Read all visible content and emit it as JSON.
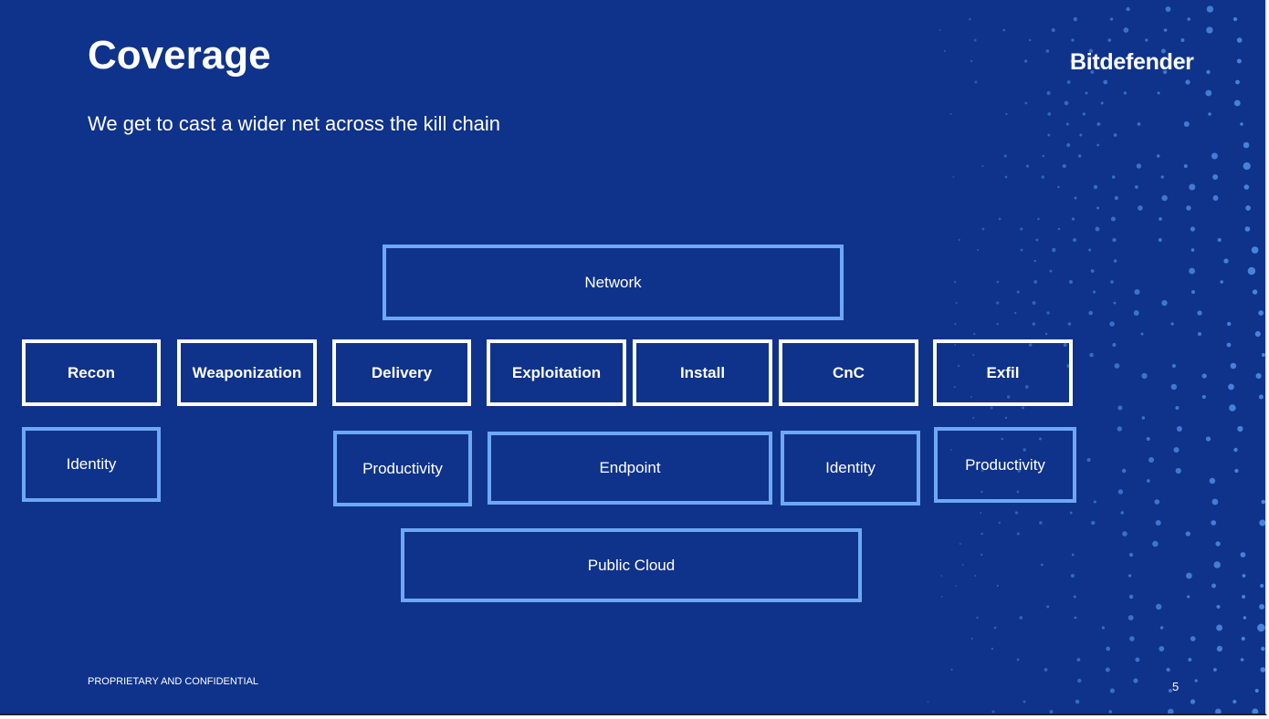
{
  "slide": {
    "title": "Coverage",
    "subtitle": "We get to cast a wider net across the kill chain",
    "logo_text": "Bitdefender",
    "footer": "PROPRIETARY AND CONFIDENTIAL",
    "page_number": "5"
  },
  "diagram": {
    "kill_chain_stages": [
      "Recon",
      "Weaponization",
      "Delivery",
      "Exploitation",
      "Install",
      "CnC",
      "Exfil"
    ],
    "coverage_areas": {
      "network": "Network",
      "identity_recon": "Identity",
      "productivity_delivery": "Productivity",
      "endpoint": "Endpoint",
      "identity_cnc": "Identity",
      "productivity_exfil": "Productivity",
      "public_cloud": "Public Cloud"
    }
  },
  "colors": {
    "background": "#0f338a",
    "stage_border": "#ffffff",
    "coverage_border": "#6ea8f5",
    "text": "#ffffff"
  }
}
